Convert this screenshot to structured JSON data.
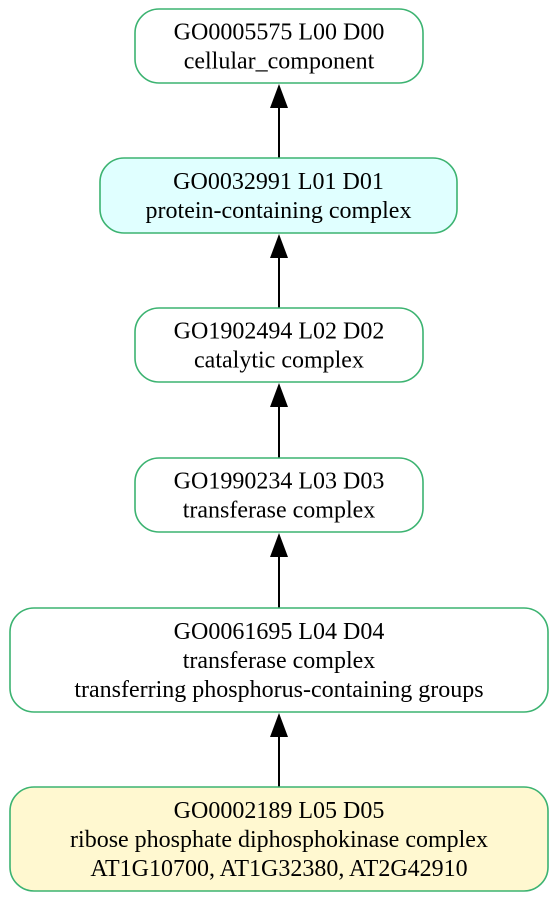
{
  "nodes": [
    {
      "id": "GO0005575",
      "lines": [
        "GO0005575 L00 D00",
        "cellular_component"
      ],
      "fill": "#ffffff",
      "stroke": "#3cb371"
    },
    {
      "id": "GO0032991",
      "lines": [
        "GO0032991 L01 D01",
        "protein-containing complex"
      ],
      "fill": "#e0ffff",
      "stroke": "#3cb371"
    },
    {
      "id": "GO1902494",
      "lines": [
        "GO1902494 L02 D02",
        "catalytic complex"
      ],
      "fill": "#ffffff",
      "stroke": "#3cb371"
    },
    {
      "id": "GO1990234",
      "lines": [
        "GO1990234 L03 D03",
        "transferase complex"
      ],
      "fill": "#ffffff",
      "stroke": "#3cb371"
    },
    {
      "id": "GO0061695",
      "lines": [
        "GO0061695 L04 D04",
        "transferase complex",
        "transferring phosphorus-containing groups"
      ],
      "fill": "#ffffff",
      "stroke": "#3cb371"
    },
    {
      "id": "GO0002189",
      "lines": [
        "GO0002189 L05 D05",
        "ribose phosphate diphosphokinase complex",
        "AT1G10700, AT1G32380, AT2G42910"
      ],
      "fill": "#fff8d0",
      "stroke": "#3cb371"
    }
  ],
  "edges": [
    {
      "from": "GO0032991",
      "to": "GO0005575"
    },
    {
      "from": "GO1902494",
      "to": "GO0032991"
    },
    {
      "from": "GO1990234",
      "to": "GO1902494"
    },
    {
      "from": "GO0061695",
      "to": "GO1990234"
    },
    {
      "from": "GO0002189",
      "to": "GO0061695"
    }
  ]
}
